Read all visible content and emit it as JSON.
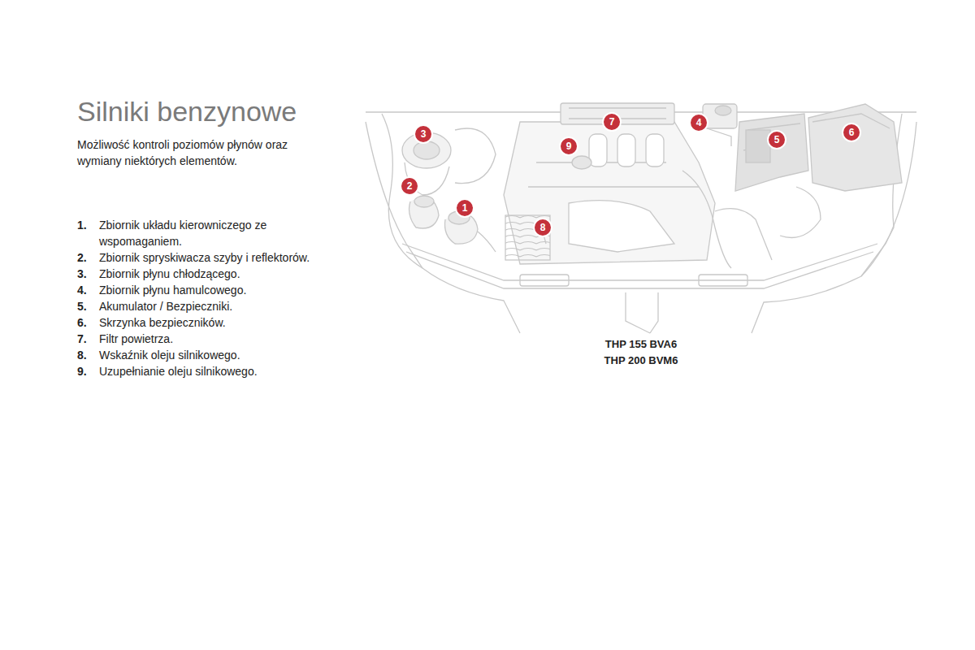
{
  "diagram": {
    "title": "Silniki benzynowe",
    "labels": [
      "Możliwość kontroli poziomów płynów oraz wymiany niektórych elementów.",
      "1.",
      "Zbiornik układu kierowniczego ze wspomaganiem.",
      "2.",
      "Zbiornik spryskiwacza szyby i reflektorów.",
      "3.",
      "Zbiornik płynu chłodzącego.",
      "4.",
      "Zbiornik płynu hamulcowego.",
      "5.",
      "Akumulator / Bezpieczniki.",
      "6.",
      "Skrzynka bezpieczników.",
      "7.",
      "Filtr powietrza.",
      "8.",
      "Wskaźnik oleju silnikowego.",
      "9.",
      "Uzupełnianie oleju silnikowego.",
      "3",
      "2",
      "1",
      "9",
      "7",
      "8",
      "4",
      "5",
      "6",
      "THP 155 BVA6",
      "THP 200 BVM6"
    ]
  }
}
